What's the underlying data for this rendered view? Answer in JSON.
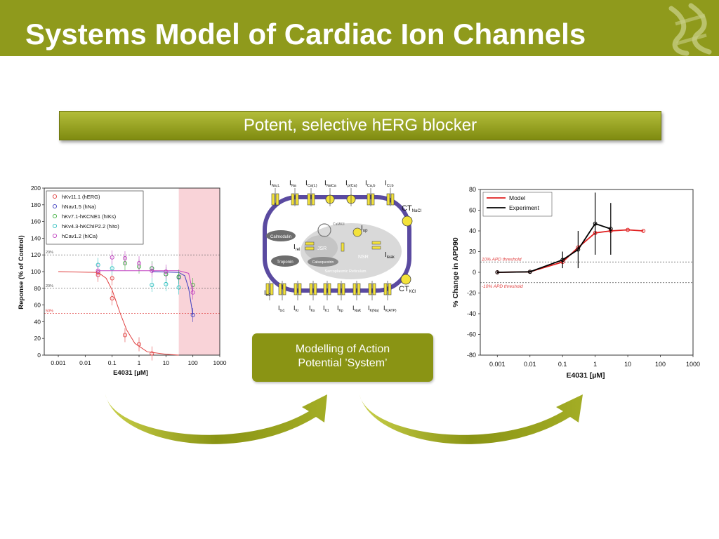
{
  "slide": {
    "title": "Systems Model of Cardiac Ion Channels",
    "subtitle_banner": "Potent, selective hERG blocker",
    "center_box": {
      "line1": "Modelling of Action",
      "line2": "Potential ’System’"
    }
  },
  "colors": {
    "brand_olive": "#8f9a1c",
    "banner_olive": "#97a226",
    "threshold_red": "#e04040"
  },
  "left_chart": {
    "ylabel": "Reponse (% of Control)",
    "xlabel": "E4031 [µM]",
    "y_ticks": [
      "200",
      "180",
      "160",
      "140",
      "120",
      "100",
      "80",
      "60",
      "40",
      "20",
      "0"
    ],
    "x_ticks": [
      "0.001",
      "0.01",
      "0.1",
      "1",
      "10",
      "100",
      "1000"
    ],
    "ref_labels": [
      "20%",
      "20%",
      "50%"
    ],
    "legend": [
      "hKv11.1 (hERG)",
      "hNav1.5 (hNa)",
      "hKv7.1-hKCNE1 (hIKs)",
      "hKv4.3-hKChIP2.2 (hIto)",
      "hCav1.2 (hICa)"
    ]
  },
  "right_chart": {
    "ylabel": "% Change in APD90",
    "xlabel": "E4031 [µM]",
    "y_ticks": [
      "80",
      "60",
      "40",
      "20",
      "0",
      "-20",
      "-40",
      "-60",
      "-80"
    ],
    "x_ticks": [
      "0.001",
      "0.01",
      "0.1",
      "1",
      "10",
      "100",
      "1000"
    ],
    "legend": [
      "Model",
      "Experiment"
    ],
    "threshold_labels": [
      "10% APD threshold",
      "-10% APD threshold"
    ]
  },
  "cell_diagram": {
    "top_currents": [
      "I",
      "I",
      "I",
      "I",
      "I",
      "I"
    ],
    "top_subs": [
      "Na,L",
      "Na",
      "Ca(L)",
      "NaCa",
      "p(Ca)",
      "Ca,b",
      "Cl,b"
    ],
    "right_labels": [
      "CT",
      "NaCl",
      "CT",
      "KCl"
    ],
    "bottom_subs": [
      "to2",
      "to1",
      "Kr",
      "Ks",
      "K1",
      "Kp",
      "NaK",
      "K(Na)",
      "K(ATP)"
    ],
    "inner_labels": [
      "Calmodulin",
      "Troponin",
      "CaMKII",
      "JSR",
      "NSR",
      "Calsequestrin",
      "Sarcoplasmic Reticulum"
    ],
    "side_labels": [
      "rel",
      "up",
      "leak"
    ]
  },
  "chart_data": [
    {
      "type": "scatter",
      "title": "",
      "xlabel": "E4031 [µM]",
      "ylabel": "Reponse (% of Control)",
      "x_scale": "log",
      "xlim": [
        0.0003,
        1000
      ],
      "ylim": [
        0,
        200
      ],
      "grid": false,
      "legend_position": "top-left",
      "reference_lines": [
        120,
        80,
        50
      ],
      "shaded_region_x": [
        30,
        1000
      ],
      "series": [
        {
          "name": "hKv11.1 (hERG)",
          "color": "#e04040",
          "x": [
            0.03,
            0.1,
            0.03,
            0.1,
            0.3,
            1,
            3
          ],
          "y": [
            99,
            92,
            96,
            68,
            24,
            13,
            2
          ],
          "fit": [
            [
              0.001,
              100
            ],
            [
              0.03,
              99
            ],
            [
              0.06,
              92
            ],
            [
              0.1,
              78
            ],
            [
              0.2,
              50
            ],
            [
              0.35,
              30
            ],
            [
              0.7,
              14
            ],
            [
              2,
              4
            ],
            [
              10,
              1
            ],
            [
              30,
              0
            ]
          ]
        },
        {
          "name": "hNav1.5 (hNa)",
          "color": "#4040c0",
          "x": [
            3,
            10,
            30,
            100
          ],
          "y": [
            104,
            97,
            93,
            48
          ],
          "fit": [
            [
              3,
              100
            ],
            [
              30,
              99
            ],
            [
              50,
              95
            ],
            [
              70,
              80
            ],
            [
              100,
              48
            ]
          ]
        },
        {
          "name": "hKv7.1-hKCNE1 (hIKs)",
          "color": "#40b040",
          "x": [
            0.3,
            1,
            3,
            10,
            30,
            100
          ],
          "y": [
            110,
            106,
            104,
            97,
            94,
            84
          ],
          "fit": []
        },
        {
          "name": "hKv4.3-hKChIP2.2 (hIto)",
          "color": "#30c0c0",
          "x": [
            0.03,
            0.1,
            3,
            10,
            30
          ],
          "y": [
            108,
            104,
            84,
            85,
            81
          ],
          "fit": []
        },
        {
          "name": "hCav1.2 (hICa)",
          "color": "#c040c0",
          "x": [
            0.03,
            0.1,
            0.3,
            1,
            3,
            10,
            100
          ],
          "y": [
            101,
            117,
            116,
            110,
            101,
            100,
            75
          ],
          "fit": [
            [
              0.03,
              101
            ],
            [
              3,
              101
            ],
            [
              30,
              101
            ],
            [
              70,
              98
            ],
            [
              100,
              75
            ]
          ]
        }
      ]
    },
    {
      "type": "line",
      "title": "",
      "xlabel": "E4031 [µM]",
      "ylabel": "% Change in APD90",
      "x_scale": "log",
      "xlim": [
        0.0003,
        1000
      ],
      "ylim": [
        -80,
        80
      ],
      "grid": false,
      "legend_position": "top-left",
      "threshold_lines": [
        10,
        -10
      ],
      "series": [
        {
          "name": "Model",
          "color": "#e02020",
          "x": [
            0.001,
            0.01,
            0.1,
            0.3,
            1,
            3,
            10,
            30
          ],
          "y": [
            0,
            0.5,
            10,
            24,
            38,
            40,
            41,
            40
          ]
        },
        {
          "name": "Experiment",
          "color": "#000000",
          "x": [
            0.001,
            0.01,
            0.1,
            0.3,
            1,
            3
          ],
          "y": [
            0,
            0.5,
            12,
            22,
            47,
            42
          ],
          "err": [
            1,
            1,
            8,
            18,
            30,
            25
          ]
        }
      ]
    }
  ]
}
